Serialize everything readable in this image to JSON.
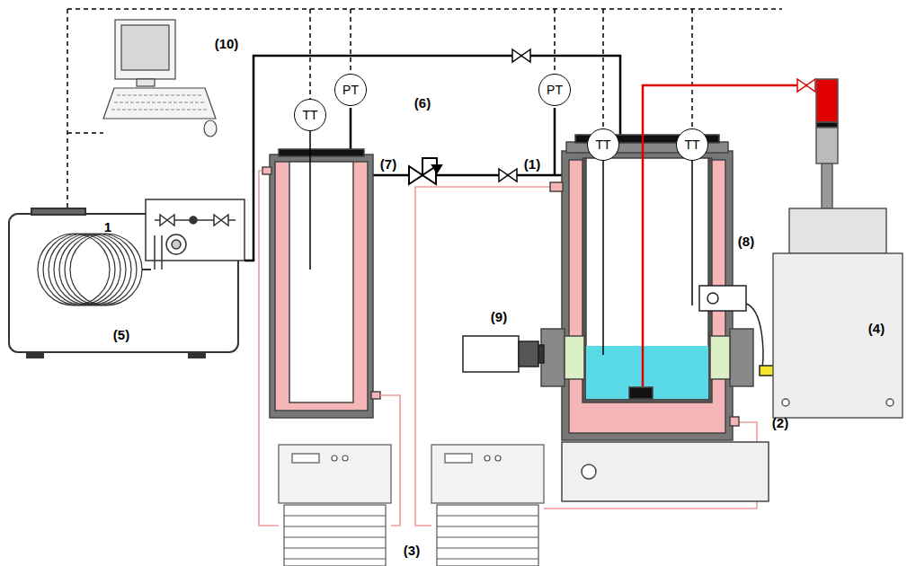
{
  "diagram": {
    "nodes": [
      {
        "text": [
          "PT"
        ]
      },
      {
        "text": [
          "PT"
        ]
      },
      {
        "text": [
          "TT"
        ]
      },
      {
        "text": [
          "TT"
        ]
      },
      {
        "text": [
          "TT"
        ]
      }
    ],
    "labels": [
      "(10)",
      "1",
      "(6)",
      "(7)",
      "(1)",
      "(8)",
      "(9)",
      "(5)",
      "(4)",
      "(2)",
      "(3)"
    ]
  }
}
